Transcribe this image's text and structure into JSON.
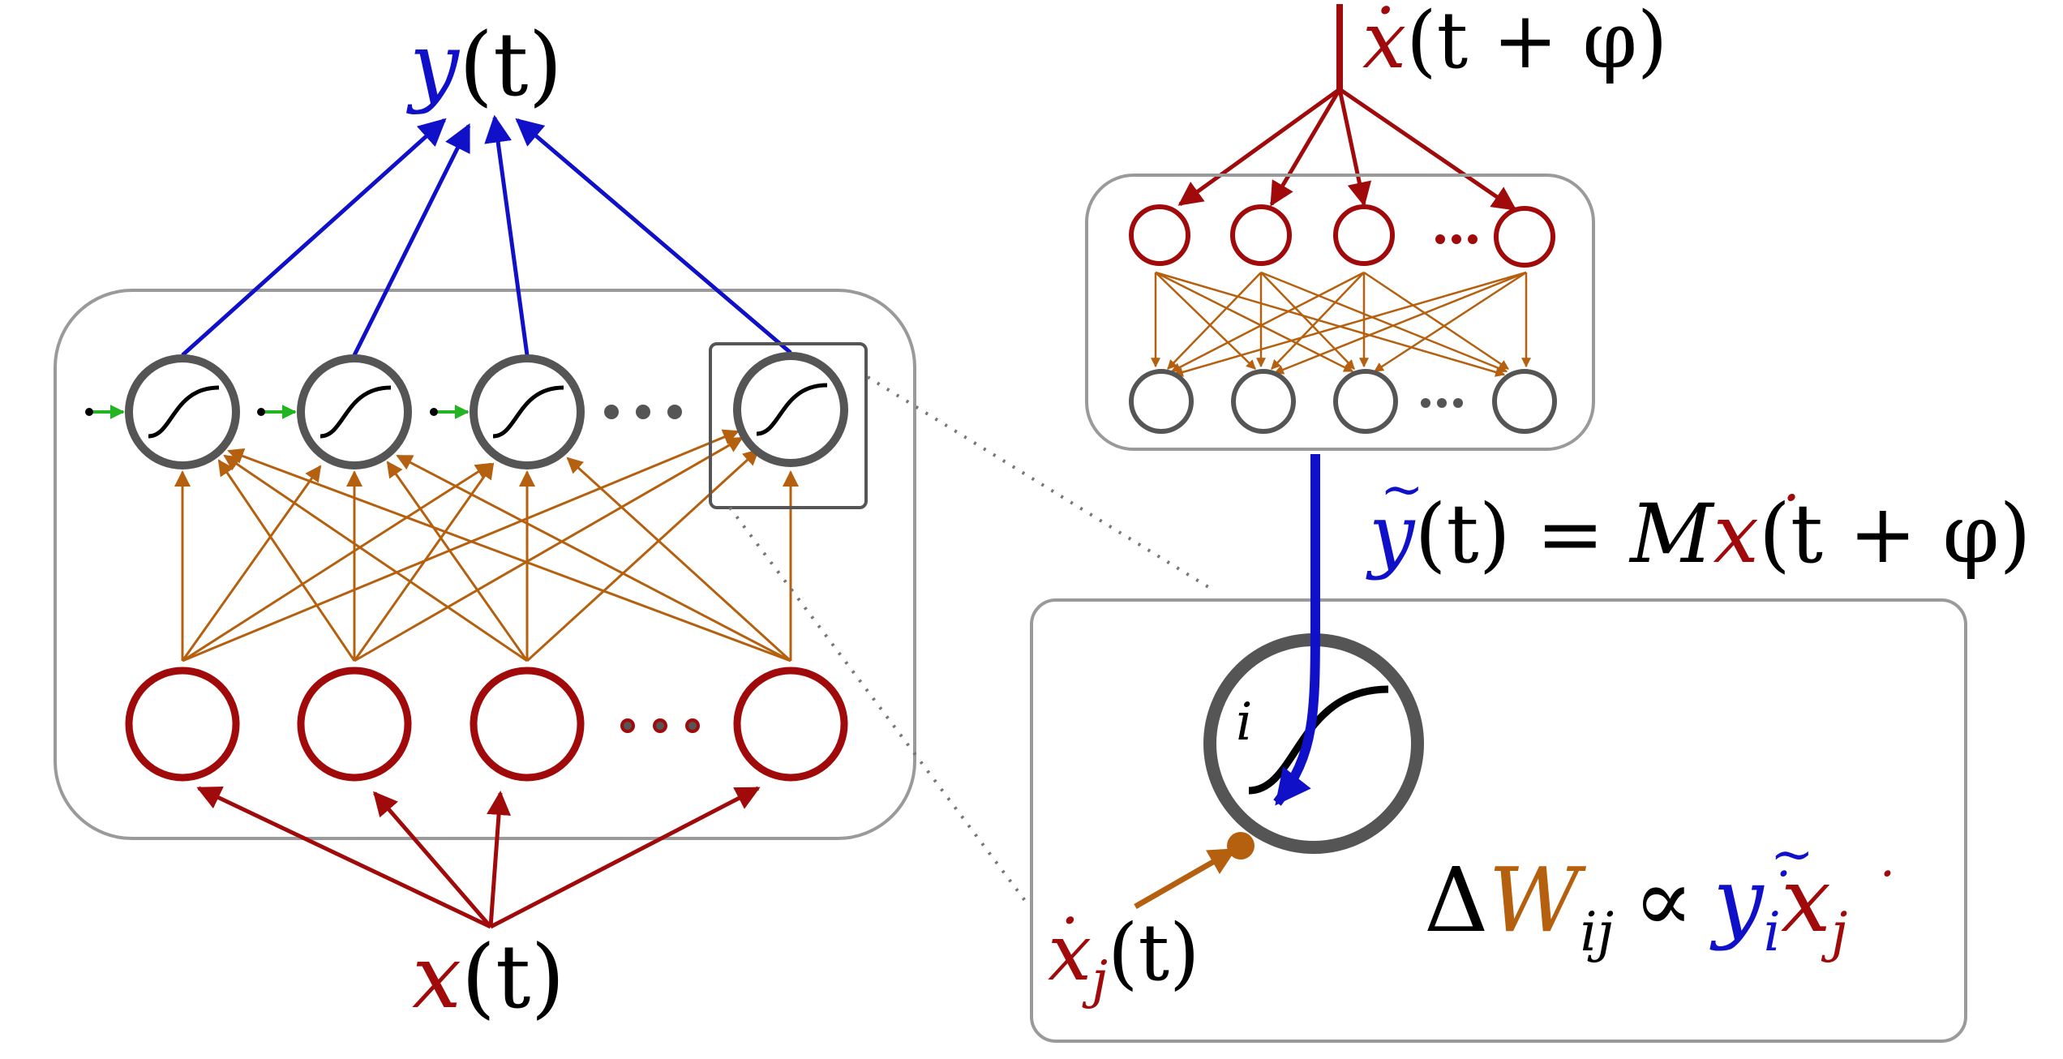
{
  "labels": {
    "y_var": "y",
    "y_paren": "(t)",
    "x_var": "x",
    "x_paren": "(t)",
    "xdot_top_var": "x",
    "xdot_top_rest": "(t + φ)",
    "ytilde_var": "y",
    "ytilde_rest1": "(t) = ",
    "ytilde_M": "M",
    "ytilde_x": "x",
    "ytilde_rest2": "(t + φ)",
    "neuron_index": "i",
    "xj_var": "x",
    "xj_sub": "j",
    "xj_paren": "(t)",
    "rule_delta": "Δ",
    "rule_W": "W",
    "rule_W_sub": "ij",
    "rule_prop": "∝",
    "rule_y": "y",
    "rule_y_sub": "i",
    "rule_x": "x",
    "rule_x_sub": "j",
    "tilde": "~",
    "dot": "·",
    "ellipsis": "···"
  },
  "colors": {
    "blue": "#1010c8",
    "dark_red": "#a00a0a",
    "brown": "#b5600f",
    "green": "#22b522",
    "gray_node": "#555555",
    "box_border": "#9a9a9a",
    "black": "#000000"
  },
  "icons": {
    "sigmoid": "sigmoid-curve-icon"
  }
}
